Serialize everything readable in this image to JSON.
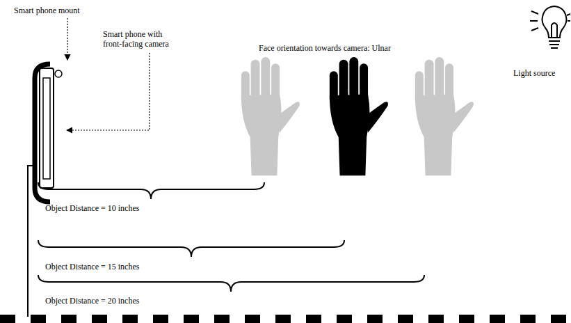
{
  "diagram": {
    "labels": [
      "Smart phone mount",
      "Smart phone with front-facing camera",
      "Face orientation towards camera: Ulnar",
      "Light source",
      "Object Distance = 10 inches",
      "Object Distance = 15 inches",
      "Object Distance = 20 inches"
    ]
  }
}
